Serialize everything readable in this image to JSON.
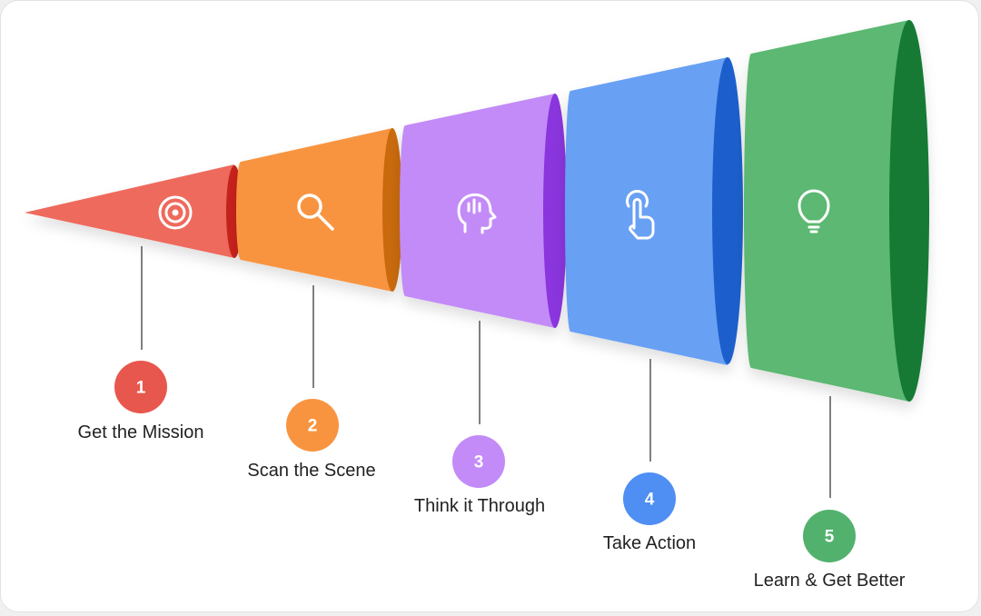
{
  "stages": [
    {
      "number": "1",
      "label": "Get the Mission",
      "icon": "target-icon",
      "colors": {
        "body": "#ee6b5d",
        "end": "#c8231c",
        "badge": "#e8574d"
      }
    },
    {
      "number": "2",
      "label": "Scan the Scene",
      "icon": "search-icon",
      "colors": {
        "body": "#f89440",
        "end": "#c96a0f",
        "badge": "#f89440"
      }
    },
    {
      "number": "3",
      "label": "Think it Through",
      "icon": "head-thinking-icon",
      "colors": {
        "body": "#c38bf7",
        "end": "#8a36dd",
        "badge": "#c38bf7"
      }
    },
    {
      "number": "4",
      "label": "Take Action",
      "icon": "pointer-hand-icon",
      "colors": {
        "body": "#67a0f4",
        "end": "#1e5fcc",
        "badge": "#4f8ef3"
      }
    },
    {
      "number": "5",
      "label": "Learn & Get Better",
      "icon": "lightbulb-icon",
      "colors": {
        "body": "#5bb872",
        "end": "#137a35",
        "badge": "#52b26d"
      }
    }
  ]
}
